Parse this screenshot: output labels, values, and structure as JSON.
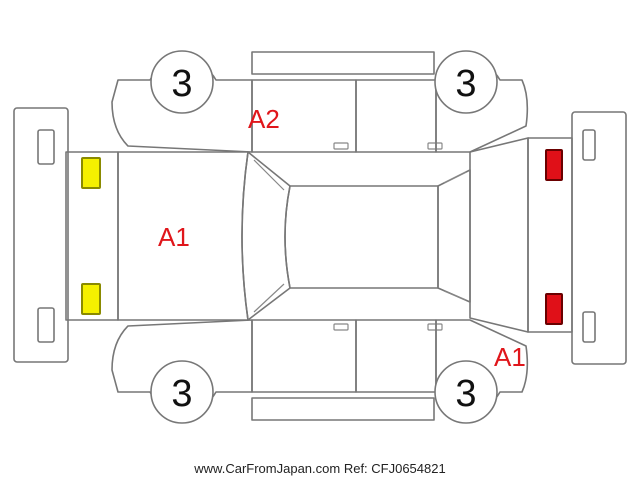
{
  "wheels": {
    "front_left": "3",
    "front_right": "3",
    "rear_left": "3",
    "rear_right": "3"
  },
  "damage_codes": {
    "hood": "A1",
    "front_left_door": "A2",
    "rear_right_quarter": "A1"
  },
  "watermark": "www.CarFromJapan.com Ref: CFJ0654821",
  "colors": {
    "damage_text": "#e0161b",
    "front_lamp_fill": "#f5f000",
    "front_lamp_stroke": "#8a8a00",
    "rear_lamp_fill": "#e01018",
    "rear_lamp_stroke": "#6a0000",
    "outline": "#777777"
  }
}
